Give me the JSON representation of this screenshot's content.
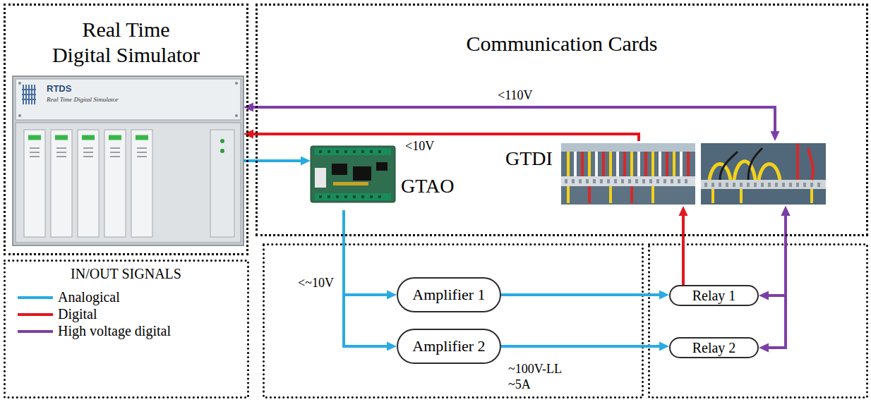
{
  "diagram": {
    "nodes": [
      {
        "text": [
          "Real Time Digital Simulator"
        ]
      },
      {
        "text": [
          "RTDS",
          "Real Time Digital Simulator"
        ],
        "in": 0
      },
      {
        "text": [
          "Communication Cards"
        ]
      },
      {
        "text": [
          "GTAO"
        ],
        "in": 2
      },
      {
        "text": [
          "GTDI"
        ],
        "in": 2
      },
      {
        "text": [
          "Amplifier 1"
        ]
      },
      {
        "text": [
          "Amplifier 2"
        ]
      },
      {
        "text": [
          "Relay 1"
        ]
      },
      {
        "text": [
          "Relay 2"
        ]
      }
    ],
    "edges": [
      {
        "from": 1,
        "to": 3,
        "arrow": "to"
      },
      {
        "from": 3,
        "to": 5,
        "label": "<~10V",
        "arrow": "to"
      },
      {
        "from": 3,
        "to": 6,
        "arrow": "to"
      },
      {
        "from": 5,
        "to": 7,
        "arrow": "to"
      },
      {
        "from": 6,
        "to": 8,
        "label": "~100V-LL ~5A",
        "arrow": "to"
      },
      {
        "from": 7,
        "to": 4,
        "arrow": "to"
      },
      {
        "from": 4,
        "to": 1,
        "label": "<10V",
        "arrow": "to"
      },
      {
        "from": 1,
        "to": 4,
        "label": "<110V",
        "arrow": "both"
      },
      {
        "from": 4,
        "to": 7,
        "arrow": "both"
      },
      {
        "from": 4,
        "to": 8,
        "arrow": "both"
      }
    ],
    "labels": [
      "IN/OUT SIGNALS"
    ],
    "legend": [
      {
        "text": "Analogical",
        "color": "#29abe2"
      },
      {
        "text": "Digital",
        "color": "#e3171e"
      },
      {
        "text": "High voltage digital",
        "color": "#7d3fa6"
      }
    ]
  }
}
